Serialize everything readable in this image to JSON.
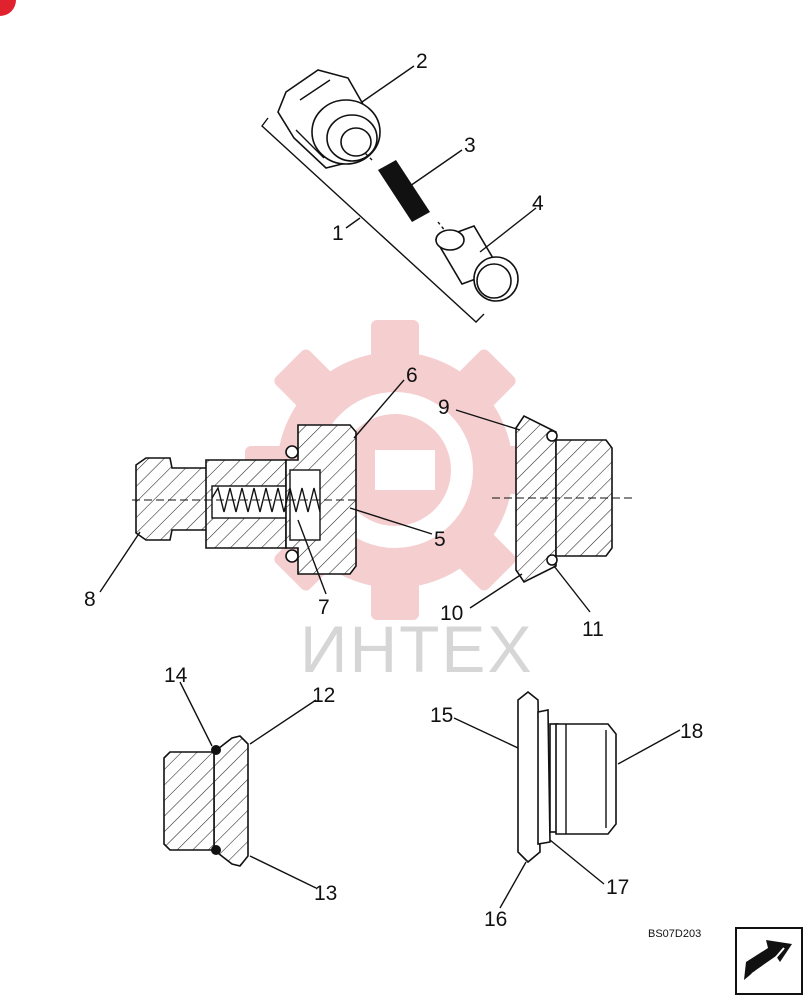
{
  "watermark": {
    "text": "ИНТЕХ",
    "color": "#f2c5c8"
  },
  "drawing_code": "BS07D203",
  "nav": {
    "icon": "next-page-arrow-icon"
  },
  "callouts": [
    {
      "id": "c1",
      "text": "1"
    },
    {
      "id": "c2",
      "text": "2"
    },
    {
      "id": "c3",
      "text": "3"
    },
    {
      "id": "c4",
      "text": "4"
    },
    {
      "id": "c5",
      "text": "5"
    },
    {
      "id": "c6",
      "text": "6"
    },
    {
      "id": "c7",
      "text": "7"
    },
    {
      "id": "c8",
      "text": "8"
    },
    {
      "id": "c9",
      "text": "9"
    },
    {
      "id": "c10",
      "text": "10"
    },
    {
      "id": "c11",
      "text": "11"
    },
    {
      "id": "c12",
      "text": "12"
    },
    {
      "id": "c13",
      "text": "13"
    },
    {
      "id": "c14",
      "text": "14"
    },
    {
      "id": "c15",
      "text": "15"
    },
    {
      "id": "c16",
      "text": "16"
    },
    {
      "id": "c17",
      "text": "17"
    },
    {
      "id": "c18",
      "text": "18"
    }
  ]
}
